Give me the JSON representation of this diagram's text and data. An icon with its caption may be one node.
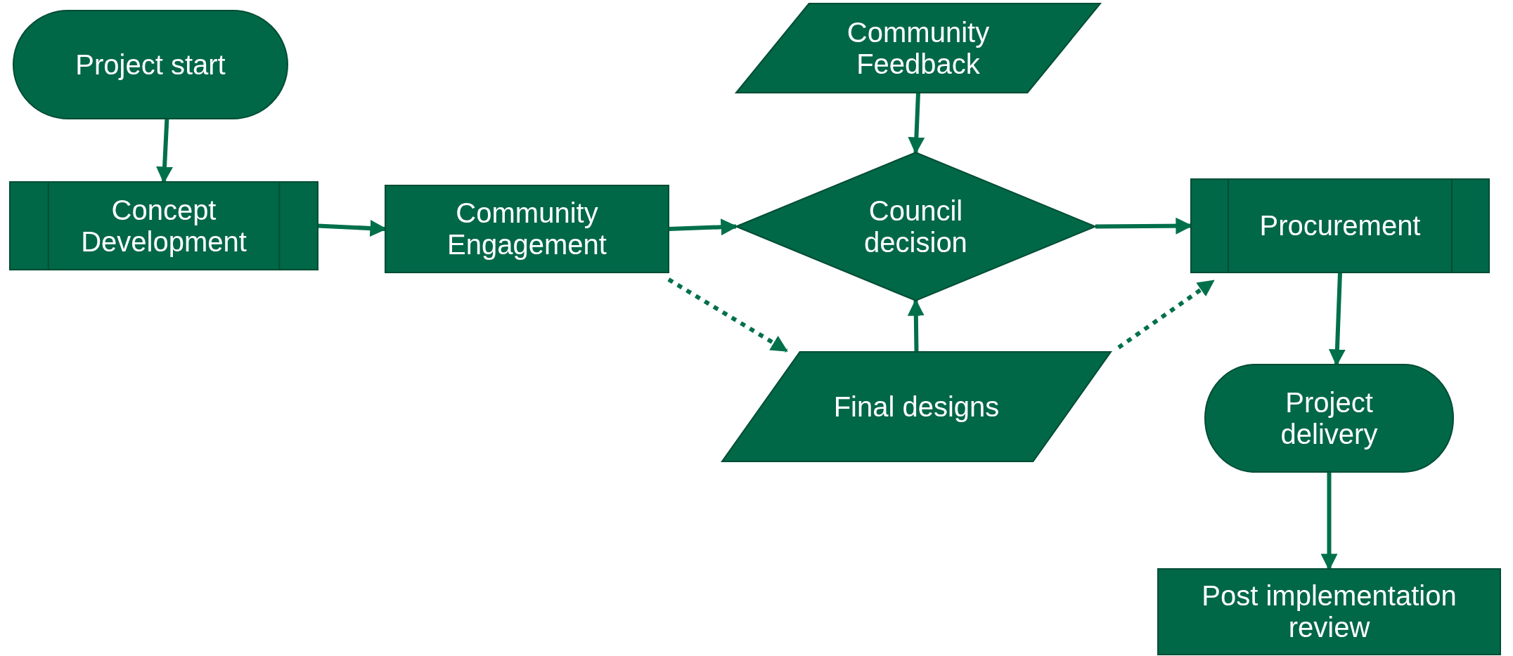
{
  "diagram": {
    "nodes": [
      {
        "text": [
          "Project start"
        ]
      },
      {
        "text": [
          "Concept Development"
        ]
      },
      {
        "text": [
          "Community Engagement"
        ]
      },
      {
        "text": [
          "Community Feedback"
        ]
      },
      {
        "text": [
          "Council decision"
        ]
      },
      {
        "text": [
          "Procurement"
        ]
      },
      {
        "text": [
          "Final designs"
        ]
      },
      {
        "text": [
          "Project delivery"
        ]
      },
      {
        "text": [
          "Post implementation review"
        ]
      }
    ],
    "edges": [
      {
        "from": 0,
        "to": 1,
        "arrow": "to"
      },
      {
        "from": 1,
        "to": 2,
        "arrow": "to"
      },
      {
        "from": 2,
        "to": 4,
        "arrow": "to"
      },
      {
        "from": 3,
        "to": 4,
        "arrow": "to"
      },
      {
        "from": 4,
        "to": 5,
        "arrow": "to"
      },
      {
        "from": 6,
        "to": 4,
        "arrow": "to"
      },
      {
        "from": 2,
        "to": 6,
        "arrow": "to",
        "style": "dashed"
      },
      {
        "from": 6,
        "to": 5,
        "arrow": "to",
        "style": "dashed"
      },
      {
        "from": 5,
        "to": 7,
        "arrow": "to"
      },
      {
        "from": 7,
        "to": 8,
        "arrow": "to"
      }
    ]
  }
}
